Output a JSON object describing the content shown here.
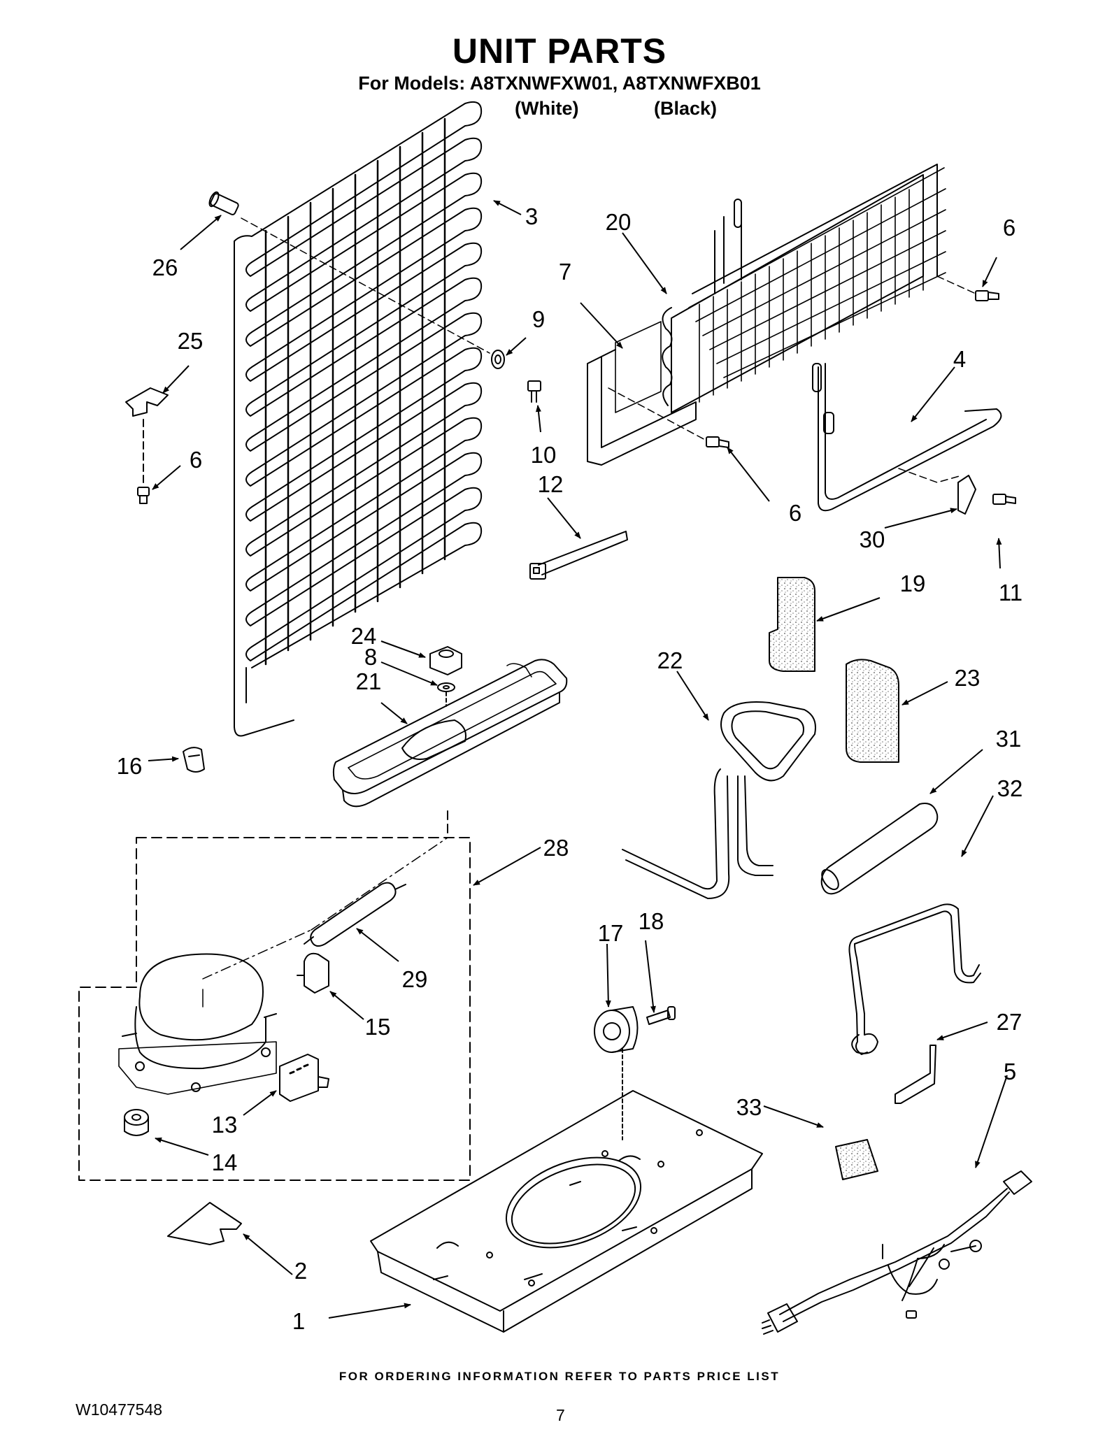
{
  "header": {
    "title": "UNIT PARTS",
    "models_line": "For Models: A8TXNWFXW01, A8TXNWFXB01",
    "variant_white": "(White)",
    "variant_black": "(Black)"
  },
  "callouts": [
    "3",
    "26",
    "20",
    "6",
    "7",
    "9",
    "25",
    "4",
    "10",
    "6",
    "6",
    "12",
    "30",
    "11",
    "19",
    "24",
    "8",
    "22",
    "23",
    "21",
    "16",
    "31",
    "32",
    "28",
    "18",
    "17",
    "29",
    "15",
    "27",
    "5",
    "13",
    "33",
    "14",
    "2",
    "1"
  ],
  "footer": {
    "ordering_note": "FOR ORDERING INFORMATION REFER TO PARTS PRICE LIST",
    "document_number": "W10477548",
    "page_number": "7"
  }
}
